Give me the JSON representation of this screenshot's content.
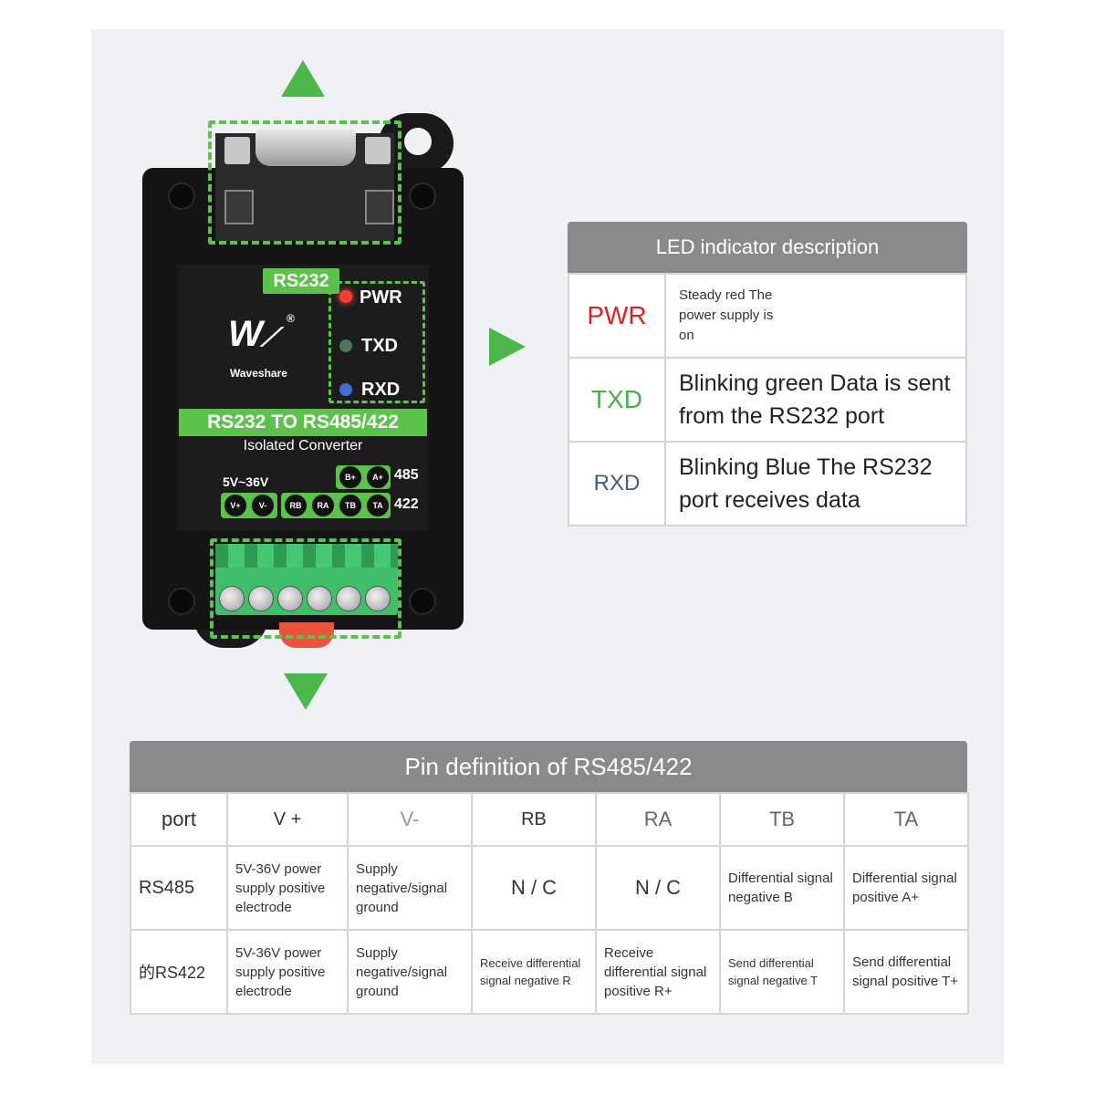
{
  "device": {
    "rs232_label": "RS232",
    "leds": [
      {
        "label": "PWR",
        "color": "#ff3b30"
      },
      {
        "label": "TXD",
        "color": "#4a7a55"
      },
      {
        "label": "RXD",
        "color": "#3f6fd6"
      }
    ],
    "brand_name": "Waveshare",
    "title": "RS232 TO RS485/422",
    "subtitle": "Isolated Converter",
    "voltage": "5V~36V",
    "pins_485": [
      "B+",
      "A+"
    ],
    "label_485": "485",
    "pins_power": [
      "V+",
      "V-"
    ],
    "pins_422": [
      "RB",
      "RA",
      "TB",
      "TA"
    ],
    "label_422": "422"
  },
  "led_table": {
    "header": "LED indicator description",
    "rows": [
      {
        "name": "PWR",
        "name_color": "#e02020",
        "desc": "Steady red The power supply is on"
      },
      {
        "name": "TXD",
        "name_color": "#46b046",
        "desc": "Blinking green Data is sent from the RS232 port"
      },
      {
        "name": "RXD",
        "name_color": "#3e5e7a",
        "desc": "Blinking Blue The RS232 port receives data"
      }
    ]
  },
  "pin_table": {
    "header": "Pin definition of RS485/422",
    "columns": [
      "port",
      "V +",
      "V-",
      "RB",
      "RA",
      "TB",
      "TA"
    ],
    "rows": [
      [
        "RS485",
        "5V-36V power supply positive electrode",
        "Supply negative/signal ground",
        "N / C",
        "N / C",
        "Differential signal negative B",
        "Differential signal positive A+"
      ],
      [
        "的RS422",
        "5V-36V power supply positive electrode",
        "Supply negative/signal ground",
        "Receive differential signal negative R",
        "Receive differential signal positive R+",
        "Send differential signal negative T",
        "Send differential signal positive T+"
      ]
    ]
  },
  "accent_green": "#4cb84c"
}
